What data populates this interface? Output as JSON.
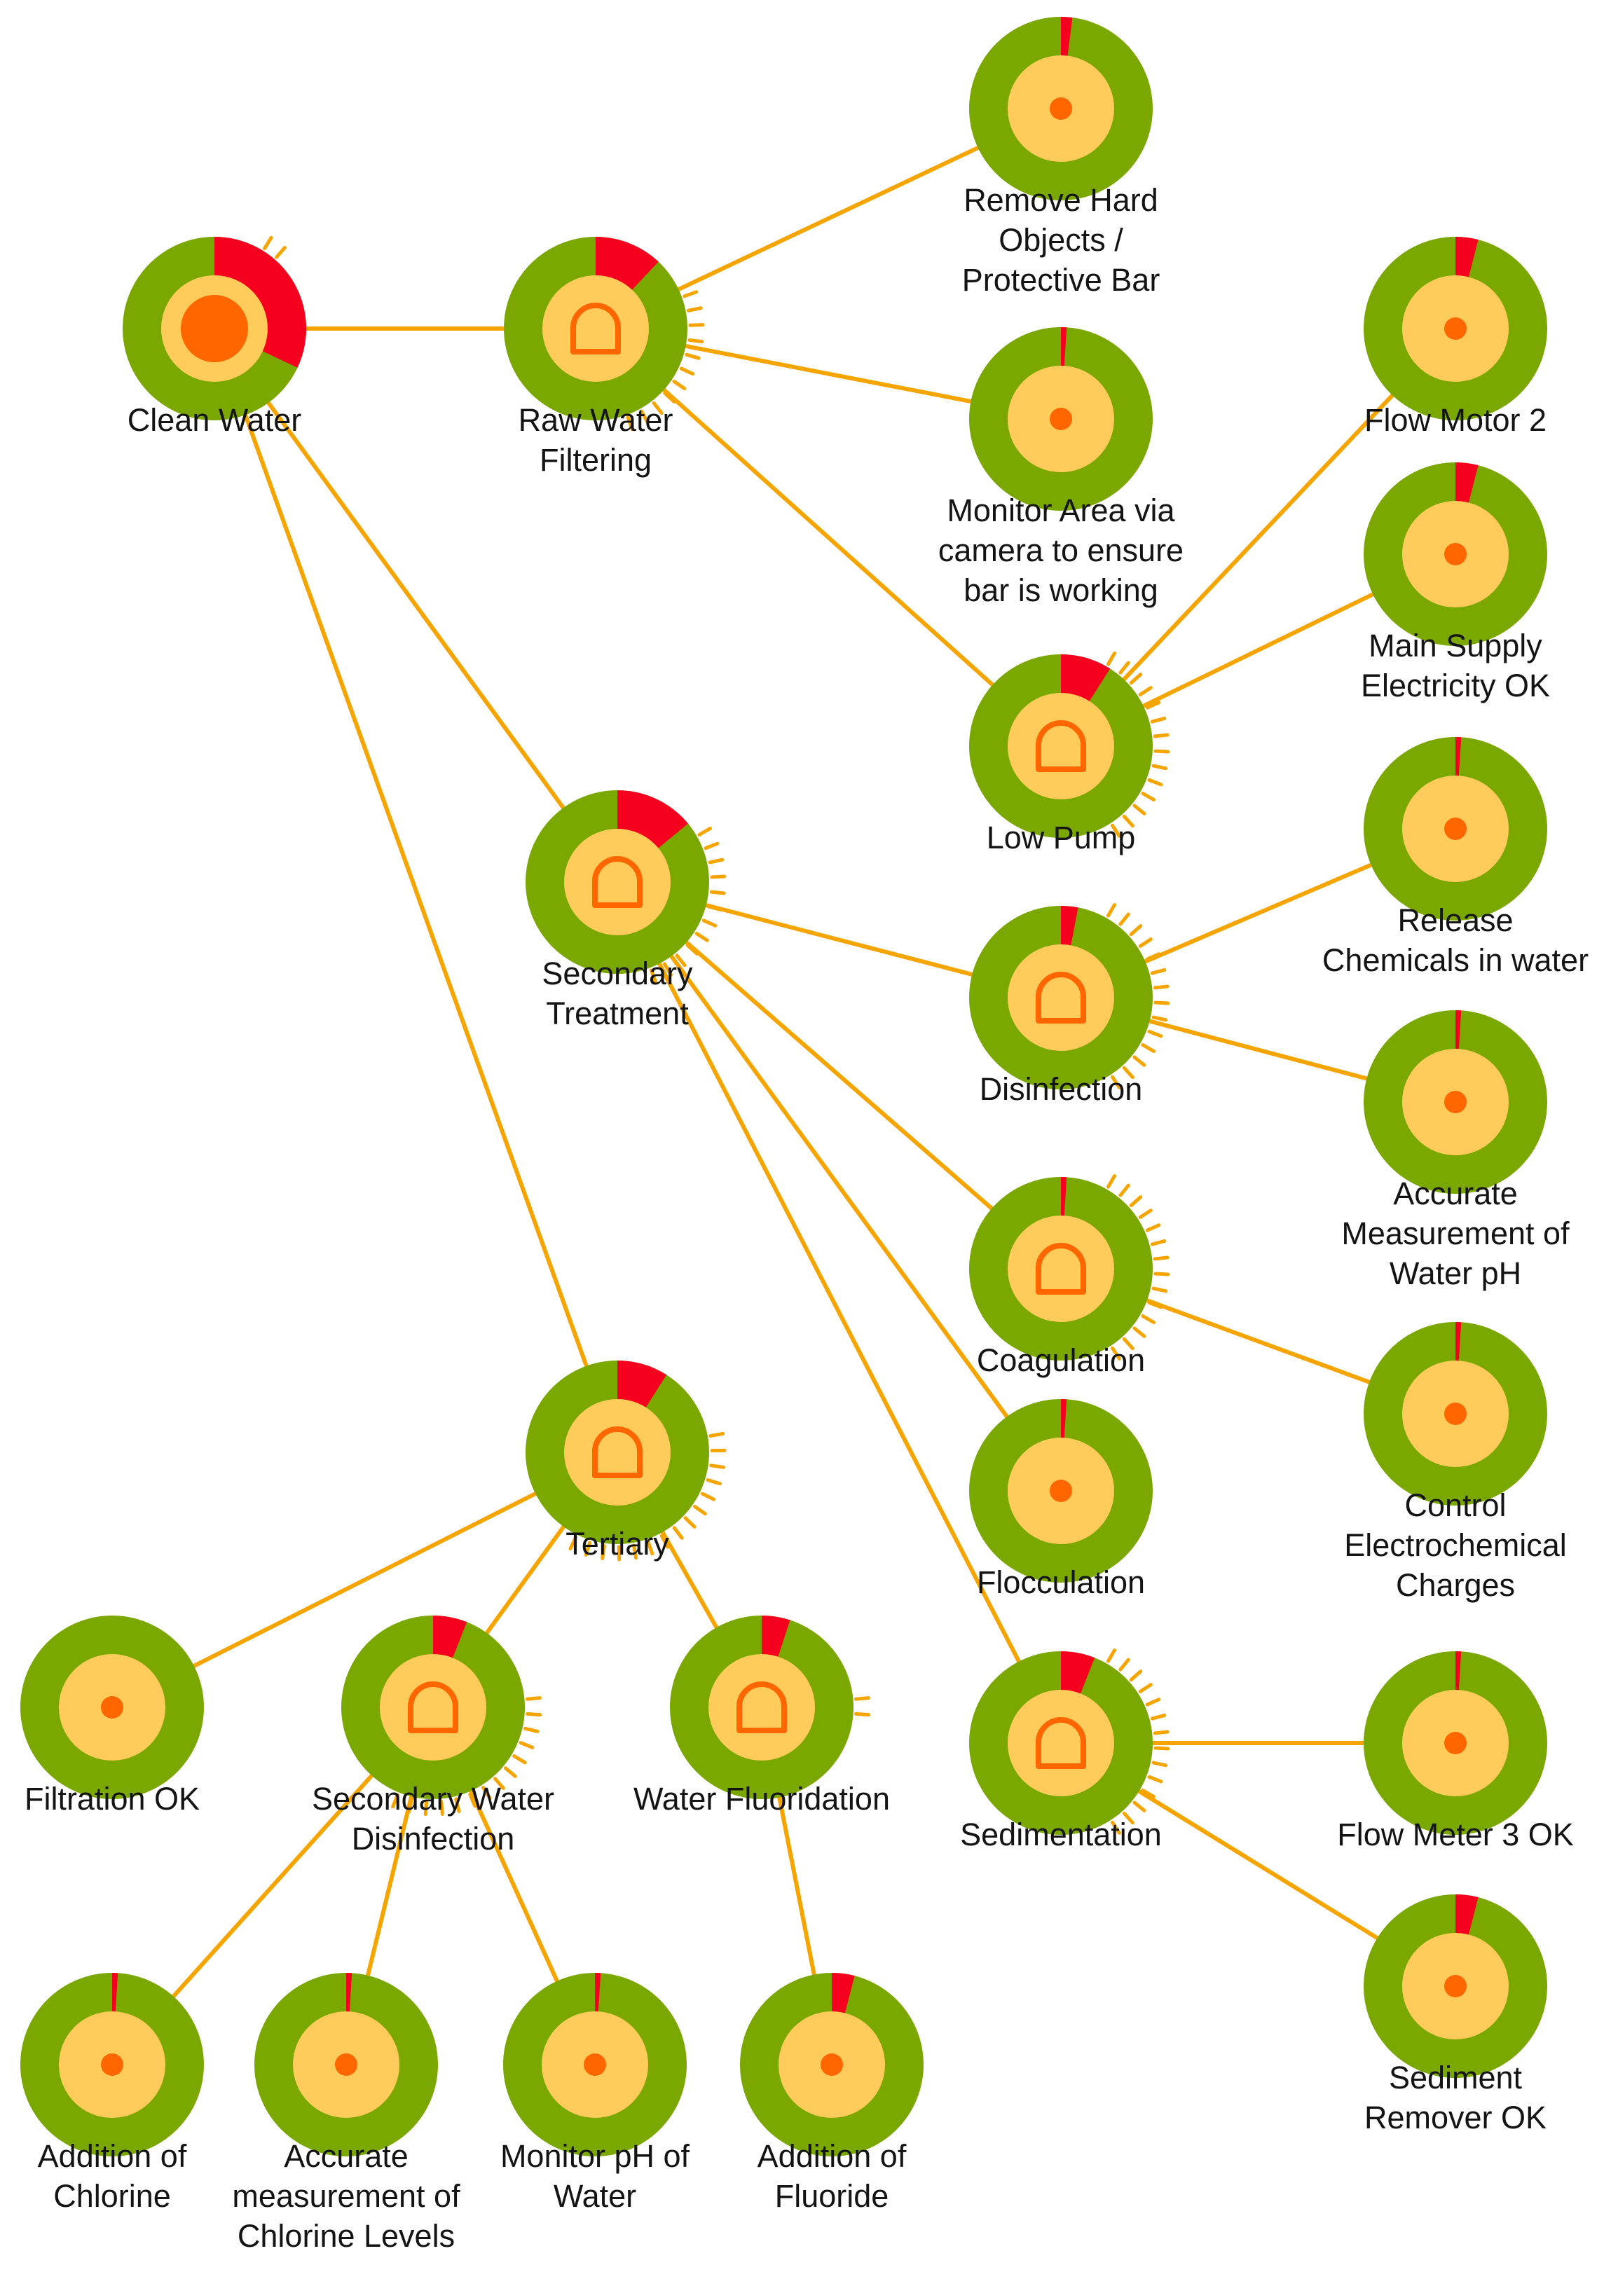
{
  "colors": {
    "ring": "#7aa800",
    "alarm": "#f5001f",
    "inner": "#ffcc5c",
    "core": "#ff6600",
    "edge": "#f6a500",
    "text": "#141414"
  },
  "nodes": [
    {
      "id": "clean-water",
      "label": [
        "Clean Water"
      ],
      "alarm": 0.32,
      "icon": "big-dot",
      "ticks": [
        {
          "from": 32,
          "to": 45
        }
      ]
    },
    {
      "id": "raw-water-filtering",
      "label": [
        "Raw Water",
        "Filtering"
      ],
      "alarm": 0.12,
      "icon": "arch",
      "ticks": [
        {
          "from": 70,
          "to": 160
        }
      ]
    },
    {
      "id": "remove-hard-objects",
      "label": [
        "Remove Hard",
        "Objects /",
        "Protective Bar"
      ],
      "alarm": 0.02,
      "icon": "dot",
      "ticks": []
    },
    {
      "id": "monitor-area-camera",
      "label": [
        "Monitor Area via",
        "camera to ensure",
        "bar is working"
      ],
      "alarm": 0.01,
      "icon": "dot",
      "ticks": []
    },
    {
      "id": "low-pump",
      "label": [
        "Low Pump"
      ],
      "alarm": 0.09,
      "icon": "arch",
      "ticks": [
        {
          "from": 30,
          "to": 155
        }
      ]
    },
    {
      "id": "flow-motor-2",
      "label": [
        "Flow Motor 2"
      ],
      "alarm": 0.04,
      "icon": "dot",
      "ticks": []
    },
    {
      "id": "main-supply-electricity",
      "label": [
        "Main Supply",
        "Electricity OK"
      ],
      "alarm": 0.04,
      "icon": "dot",
      "ticks": []
    },
    {
      "id": "secondary-treatment",
      "label": [
        "Secondary",
        "Treatment"
      ],
      "alarm": 0.14,
      "icon": "arch",
      "ticks": [
        {
          "from": 60,
          "to": 160
        }
      ]
    },
    {
      "id": "disinfection",
      "label": [
        "Disinfection"
      ],
      "alarm": 0.03,
      "icon": "arch",
      "ticks": [
        {
          "from": 30,
          "to": 155
        }
      ]
    },
    {
      "id": "release-chemicals",
      "label": [
        "Release",
        "Chemicals in water"
      ],
      "alarm": 0.01,
      "icon": "dot",
      "ticks": []
    },
    {
      "id": "accurate-measurement-ph",
      "label": [
        "Accurate",
        "Measurement of",
        "Water pH"
      ],
      "alarm": 0.01,
      "icon": "dot",
      "ticks": []
    },
    {
      "id": "coagulation",
      "label": [
        "Coagulation"
      ],
      "alarm": 0.01,
      "icon": "arch",
      "ticks": [
        {
          "from": 30,
          "to": 155
        }
      ]
    },
    {
      "id": "control-electrochemical",
      "label": [
        "Control",
        "Electrochemical",
        "Charges"
      ],
      "alarm": 0.01,
      "icon": "dot",
      "ticks": []
    },
    {
      "id": "flocculation",
      "label": [
        "Flocculation"
      ],
      "alarm": 0.01,
      "icon": "dot",
      "ticks": []
    },
    {
      "id": "sedimentation",
      "label": [
        "Sedimentation"
      ],
      "alarm": 0.06,
      "icon": "arch",
      "ticks": [
        {
          "from": 30,
          "to": 155
        }
      ]
    },
    {
      "id": "flow-meter-3",
      "label": [
        "Flow Meter 3 OK"
      ],
      "alarm": 0.01,
      "icon": "dot",
      "ticks": []
    },
    {
      "id": "sediment-remover",
      "label": [
        "Sediment",
        "Remover OK"
      ],
      "alarm": 0.04,
      "icon": "dot",
      "ticks": []
    },
    {
      "id": "tertiary",
      "label": [
        "Tertiary"
      ],
      "alarm": 0.09,
      "icon": "arch",
      "ticks": [
        {
          "from": 80,
          "to": 210
        }
      ]
    },
    {
      "id": "filtration-ok",
      "label": [
        "Filtration OK"
      ],
      "alarm": 0.0,
      "icon": "dot",
      "ticks": []
    },
    {
      "id": "secondary-water-disinfection",
      "label": [
        "Secondary Water",
        "Disinfection"
      ],
      "alarm": 0.06,
      "icon": "arch",
      "ticks": [
        {
          "from": 85,
          "to": 205
        }
      ]
    },
    {
      "id": "water-fluoridation",
      "label": [
        "Water Fluoridation"
      ],
      "alarm": 0.05,
      "icon": "arch",
      "ticks": [
        {
          "from": 85,
          "to": 100
        }
      ]
    },
    {
      "id": "addition-of-chlorine",
      "label": [
        "Addition of",
        "Chlorine"
      ],
      "alarm": 0.01,
      "icon": "dot",
      "ticks": []
    },
    {
      "id": "accurate-measurement-chlorine",
      "label": [
        "Accurate",
        "measurement of",
        "Chlorine Levels"
      ],
      "alarm": 0.01,
      "icon": "dot",
      "ticks": []
    },
    {
      "id": "monitor-ph-of-water",
      "label": [
        "Monitor pH of",
        "Water"
      ],
      "alarm": 0.01,
      "icon": "dot",
      "ticks": []
    },
    {
      "id": "addition-of-fluoride",
      "label": [
        "Addition of",
        "Fluoride"
      ],
      "alarm": 0.04,
      "icon": "dot",
      "ticks": []
    }
  ],
  "edges": [
    [
      "raw-water-filtering",
      "clean-water"
    ],
    [
      "secondary-treatment",
      "clean-water"
    ],
    [
      "tertiary",
      "clean-water"
    ],
    [
      "remove-hard-objects",
      "raw-water-filtering"
    ],
    [
      "monitor-area-camera",
      "raw-water-filtering"
    ],
    [
      "low-pump",
      "raw-water-filtering"
    ],
    [
      "flow-motor-2",
      "low-pump"
    ],
    [
      "main-supply-electricity",
      "low-pump"
    ],
    [
      "disinfection",
      "secondary-treatment"
    ],
    [
      "coagulation",
      "secondary-treatment"
    ],
    [
      "flocculation",
      "secondary-treatment"
    ],
    [
      "sedimentation",
      "secondary-treatment"
    ],
    [
      "release-chemicals",
      "disinfection"
    ],
    [
      "accurate-measurement-ph",
      "disinfection"
    ],
    [
      "control-electrochemical",
      "coagulation"
    ],
    [
      "flow-meter-3",
      "sedimentation"
    ],
    [
      "sediment-remover",
      "sedimentation"
    ],
    [
      "filtration-ok",
      "tertiary"
    ],
    [
      "secondary-water-disinfection",
      "tertiary"
    ],
    [
      "water-fluoridation",
      "tertiary"
    ],
    [
      "addition-of-chlorine",
      "secondary-water-disinfection"
    ],
    [
      "accurate-measurement-chlorine",
      "secondary-water-disinfection"
    ],
    [
      "monitor-ph-of-water",
      "secondary-water-disinfection"
    ],
    [
      "addition-of-fluoride",
      "water-fluoridation"
    ]
  ]
}
